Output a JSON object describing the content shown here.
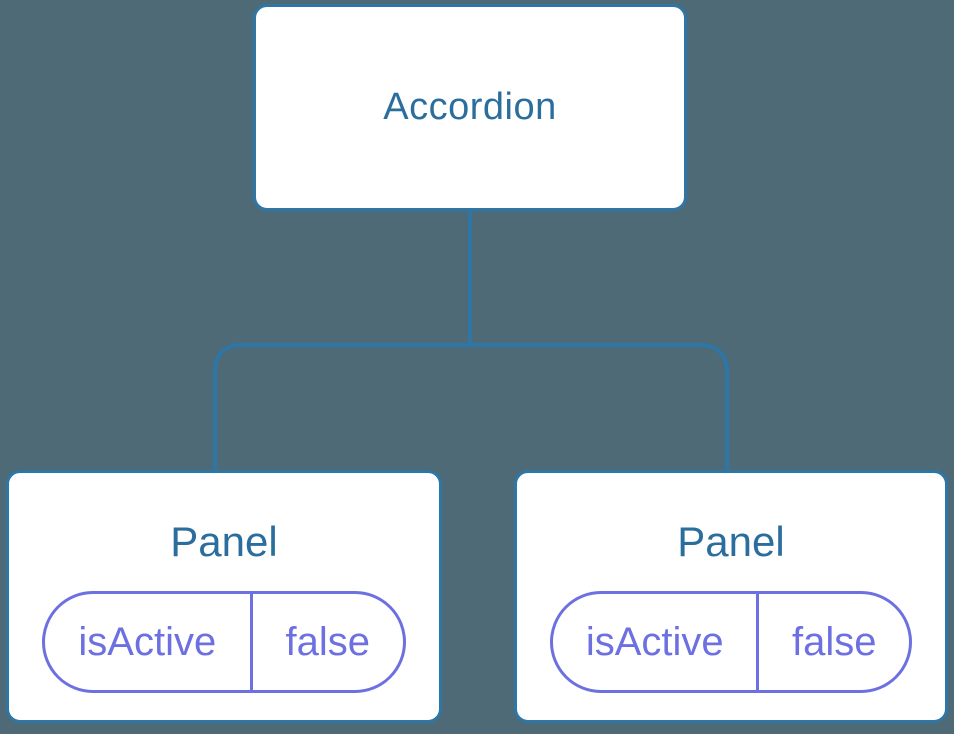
{
  "colors": {
    "background": "#4d6a76",
    "connector": "#2e76a6",
    "node_border": "#2e76a6",
    "node_fill": "#ffffff",
    "title_text": "#2b6e9d",
    "state_accent": "#6d70e0"
  },
  "tree": {
    "root": {
      "label": "Accordion"
    },
    "children": [
      {
        "label": "Panel",
        "state": {
          "key": "isActive",
          "value": "false"
        }
      },
      {
        "label": "Panel",
        "state": {
          "key": "isActive",
          "value": "false"
        }
      }
    ]
  }
}
